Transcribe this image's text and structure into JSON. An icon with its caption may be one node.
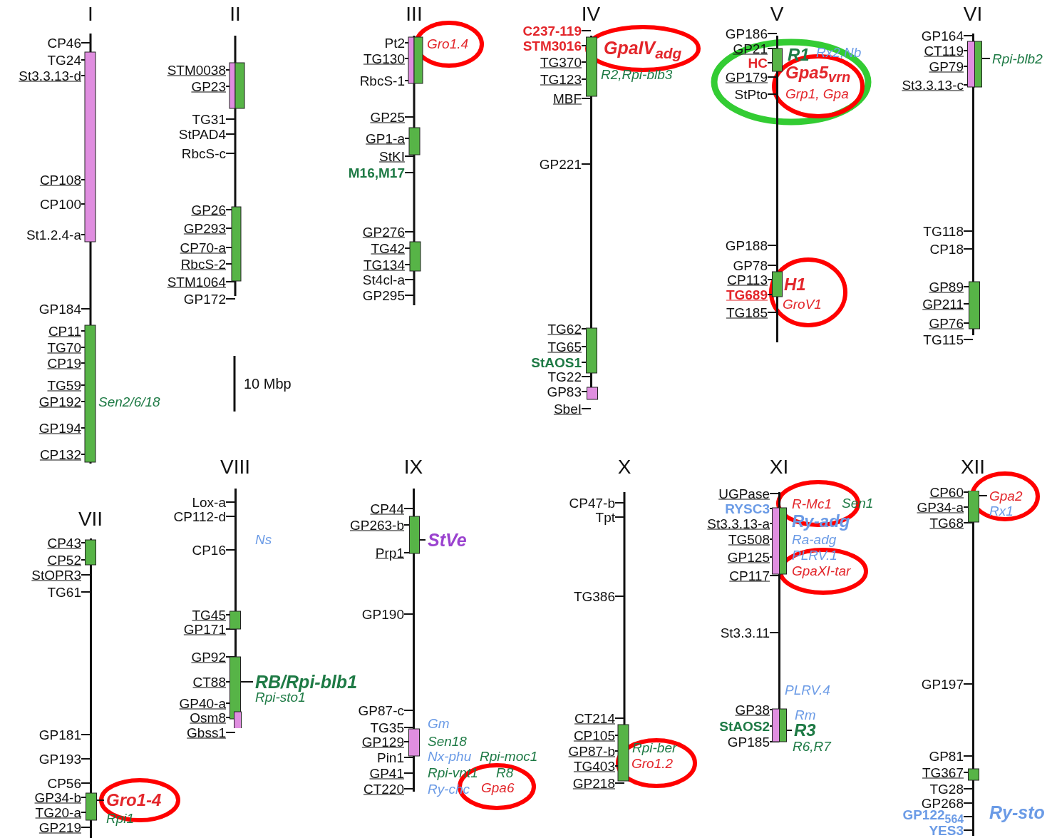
{
  "diagram": {
    "nodes": [
      {
        "text": [
          "I"
        ],
        "beside": [
          "CP46",
          "TG24",
          "St3.3.13-d",
          "CP108",
          "CP100",
          "St1.2.4-a",
          "GP184",
          "CP11",
          "TG70",
          "CP19",
          "TG59",
          "GP192",
          "GP194",
          "CP132",
          "Sen2/6/18"
        ]
      },
      {
        "text": [
          "II"
        ],
        "beside": [
          "STM0038",
          "GP23",
          "TG31",
          "StPAD4",
          "RbcS-c",
          "GP26",
          "GP293",
          "CP70-a",
          "RbcS-2",
          "STM1064",
          "GP172"
        ]
      },
      {
        "text": [
          "III"
        ],
        "beside": [
          "Pt2",
          "TG130",
          "RbcS-1",
          "GP25",
          "GP1-a",
          "StKI",
          "M16,M17",
          "GP276",
          "TG42",
          "TG134",
          "St4cl-a",
          "GP295",
          "Gro1.4"
        ]
      },
      {
        "text": [
          "IV"
        ],
        "beside": [
          "C237-119",
          "STM3016",
          "TG370",
          "TG123",
          "MBF",
          "GP221",
          "TG62",
          "TG65",
          "StAOS1",
          "TG22",
          "GP83",
          "SbeI",
          "GpaIV$_{adg}$",
          "R2,Rpi-blb3"
        ]
      },
      {
        "text": [
          "V"
        ],
        "beside": [
          "GP186",
          "GP21",
          "HC",
          "GP179",
          "StPto",
          "GP188",
          "GP78",
          "CP113",
          "TG689",
          "TG185",
          "R1",
          "Rx2,Nb",
          "Gpa5$_{vrn}$",
          "Grp1, Gpa",
          "H1",
          "GroV1"
        ]
      },
      {
        "text": [
          "VI"
        ],
        "beside": [
          "GP164",
          "CT119",
          "GP79",
          "St3.3.13-c",
          "TG118",
          "CP18",
          "GP89",
          "GP211",
          "GP76",
          "TG115",
          "Rpi-blb2"
        ]
      },
      {
        "text": [
          "VII"
        ],
        "beside": [
          "CP43",
          "CP52",
          "StOPR3",
          "TG61",
          "GP181",
          "GP193",
          "CP56",
          "GP34-b",
          "TG20-a",
          "GP219",
          "Gro1-4",
          "Rpi1"
        ]
      },
      {
        "text": [
          "VIII"
        ],
        "beside": [
          "Lox-a",
          "CP112-d",
          "CP16",
          "TG45",
          "GP171",
          "GP92",
          "CT88",
          "GP40-a",
          "Osm8",
          "Gbss1",
          "Ns",
          "RB/Rpi-blb1",
          "Rpi-sto1"
        ]
      },
      {
        "text": [
          "IX"
        ],
        "beside": [
          "CP44",
          "GP263-b",
          "Prp1",
          "GP190",
          "GP87-c",
          "TG35",
          "GP129",
          "Pin1",
          "GP41",
          "CT220",
          "StVe",
          "Gm",
          "Sen18",
          "Nx-phu",
          "Rpi-moc1",
          "Rpi-vnt1",
          "R8",
          "Ry-chc",
          "Gpa6"
        ]
      },
      {
        "text": [
          "X"
        ],
        "beside": [
          "CP47-b",
          "Tpt",
          "TG386",
          "CT214",
          "CP105",
          "GP87-b",
          "TG403",
          "GP218",
          "Rpi-ber",
          "Gro1.2"
        ]
      },
      {
        "text": [
          "XI"
        ],
        "beside": [
          "UGPase",
          "RYSC3",
          "St3.3.13-a",
          "TG508",
          "GP125",
          "CP117",
          "St3.3.11",
          "GP38",
          "StAOS2",
          "GP185",
          "R-Mc1",
          "Sen1",
          "Ry-adg",
          "Ra-adg",
          "PLRV.1",
          "GpaXI-tar",
          "PLRV.4",
          "Rm",
          "R3",
          "R6,R7"
        ]
      },
      {
        "text": [
          "XII"
        ],
        "beside": [
          "CP60",
          "GP34-a",
          "TG68",
          "GP197",
          "GP81",
          "TG367",
          "TG28",
          "GP268",
          "GP122$_{564}$",
          "YES3",
          "Gpa2",
          "Rx1",
          "Ry-sto"
        ]
      }
    ],
    "labels": [
      "10 Mbp"
    ]
  }
}
